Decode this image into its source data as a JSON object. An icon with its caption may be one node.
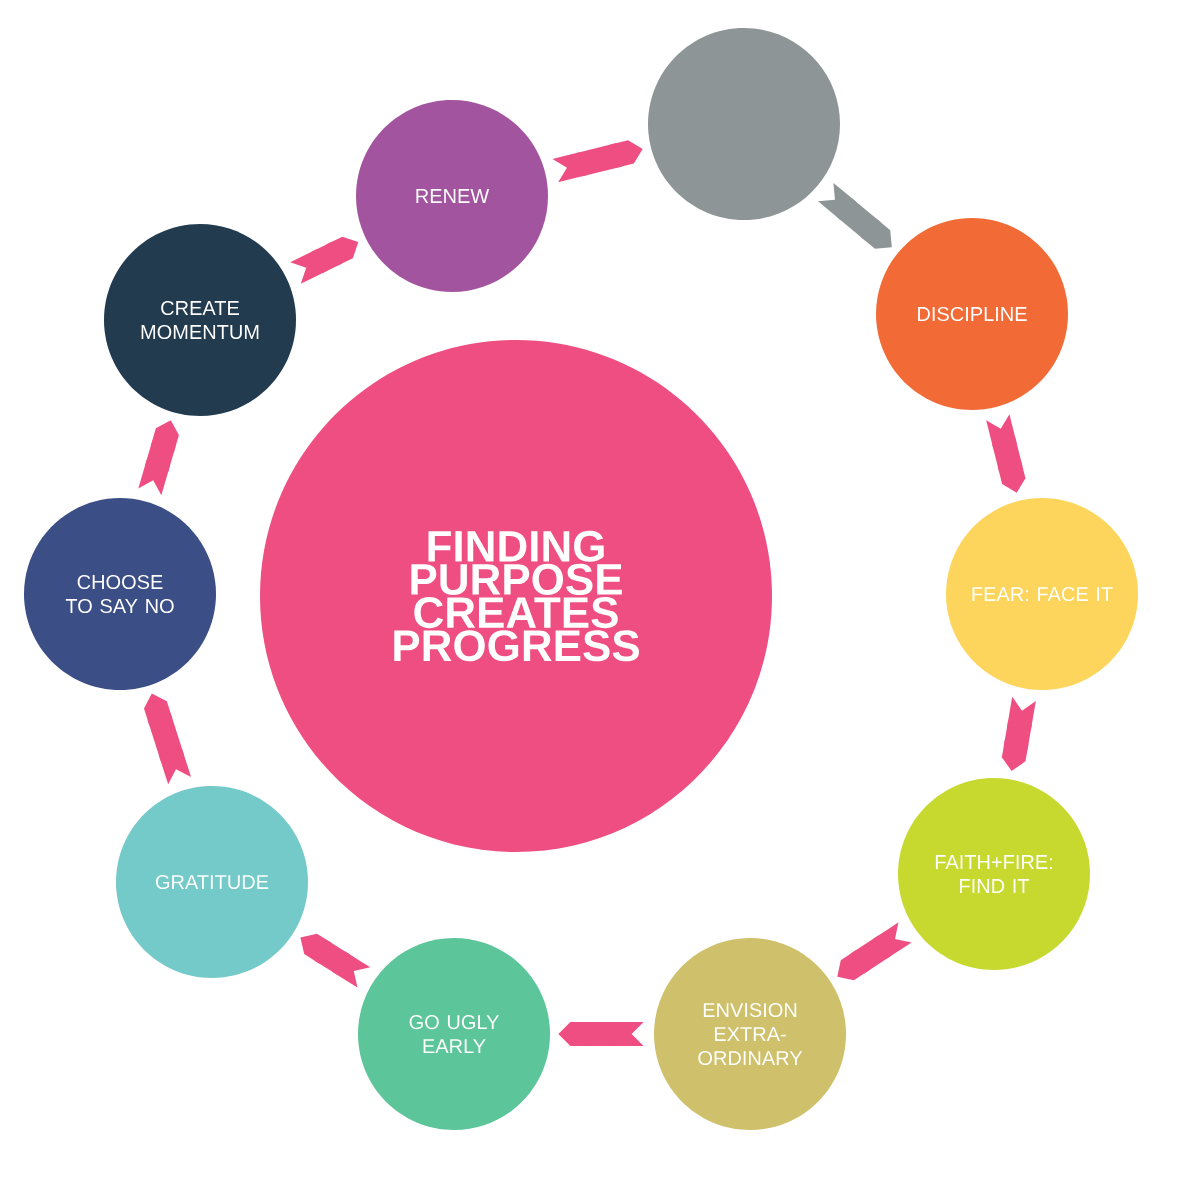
{
  "diagram": {
    "nodes": [
      {
        "text": [
          "FINDING PURPOSE CREATES PROGRESS"
        ]
      },
      {
        "text": [
          "RENEW"
        ]
      },
      {
        "text": [],
        "shape": "circle"
      },
      {
        "text": [
          "DISCIPLINE"
        ]
      },
      {
        "text": [
          "FEAR: FACE IT"
        ]
      },
      {
        "text": [
          "FAITH+FIRE: FIND IT"
        ]
      },
      {
        "text": [
          "ENVISION EXTRA-ORDINARY"
        ]
      },
      {
        "text": [
          "GO UGLY EARLY"
        ]
      },
      {
        "text": [
          "GRATITUDE"
        ]
      },
      {
        "text": [
          "CHOOSE TO SAY NO"
        ]
      },
      {
        "text": [
          "CREATE MOMENTUM"
        ]
      }
    ],
    "edges": [
      {
        "from": 1,
        "to": 2,
        "arrow": "to"
      },
      {
        "from": 2,
        "to": 3,
        "arrow": "to",
        "color": "#8e9597"
      },
      {
        "from": 3,
        "to": 4,
        "arrow": "to"
      },
      {
        "from": 4,
        "to": 5,
        "arrow": "to"
      },
      {
        "from": 5,
        "to": 6,
        "arrow": "to"
      },
      {
        "from": 6,
        "to": 7,
        "arrow": "to"
      },
      {
        "from": 7,
        "to": 8,
        "arrow": "to"
      },
      {
        "from": 8,
        "to": 9,
        "arrow": "to"
      },
      {
        "from": 9,
        "to": 10,
        "arrow": "to"
      },
      {
        "from": 10,
        "to": 1,
        "arrow": "to"
      }
    ]
  }
}
